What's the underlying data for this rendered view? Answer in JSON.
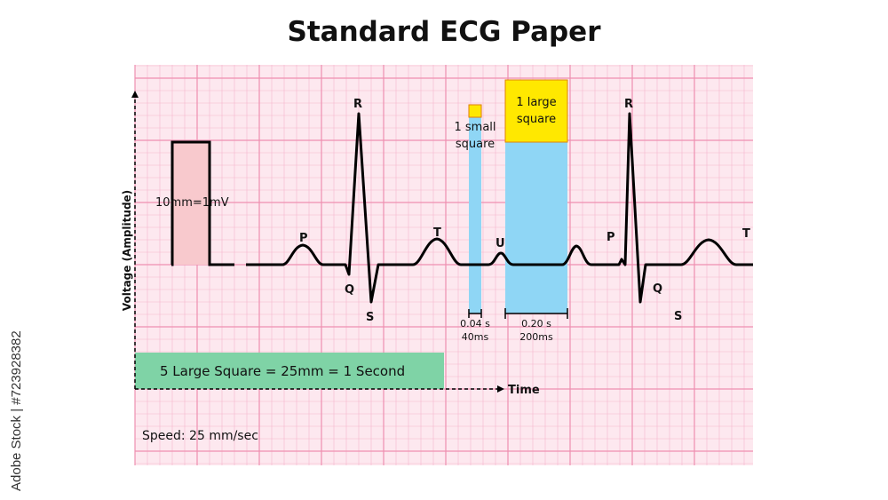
{
  "title": "Standard ECG Paper",
  "colors": {
    "paper": "#fde8ef",
    "grid_minor": "#f6b6cd",
    "grid_major": "#ee8fb0",
    "calibration_fill": "#f8c9cd",
    "interval_blue": "#8fd6f5",
    "highlight_yellow": "#ffe800",
    "banner_green": "#7fd3a6",
    "trace": "#000000"
  },
  "axes": {
    "y_label": "Voltage (Amplitude)",
    "x_label": "Time"
  },
  "calibration": {
    "label": "10mm=1mV"
  },
  "waves": {
    "beat1": {
      "p": "P",
      "q": "Q",
      "r": "R",
      "s": "S",
      "t": "T",
      "u": "U"
    },
    "beat2": {
      "p": "P",
      "q": "Q",
      "r": "R",
      "s": "S",
      "t": "T"
    }
  },
  "small_square": {
    "label_line1": "1 small",
    "label_line2": "square",
    "duration_s": "0.04 s",
    "duration_ms": "40ms"
  },
  "large_square": {
    "label_line1": "1 large",
    "label_line2": "square",
    "duration_s": "0.20 s",
    "duration_ms": "200ms"
  },
  "banner": {
    "text": "5 Large Square = 25mm = 1 Second"
  },
  "speed": {
    "text": "Speed: 25 mm/sec"
  },
  "watermark": {
    "text": "Adobe Stock | #723928382"
  }
}
